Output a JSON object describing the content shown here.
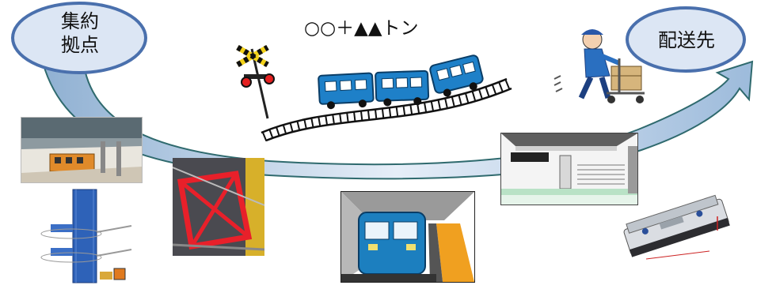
{
  "origin_node": {
    "label_line1": "集約",
    "label_line2": "拠点"
  },
  "destination_node": {
    "label": "配送先"
  },
  "freight_amount_label": "○○＋▲▲トン",
  "colors": {
    "ellipse_fill": "#dce6f4",
    "ellipse_stroke": "#4a70ad",
    "arrow_fill_light": "#e6eef8",
    "arrow_fill_dark": "#8fb0d2",
    "arrow_stroke": "#2f6a6e",
    "train_blue": "#1e80c8"
  },
  "icons": [
    "railway-crossing-icon",
    "freight-train-cars-icon",
    "delivery-worker-cart-icon",
    "station-platform-photo",
    "red-lift-frame-photo",
    "vertical-lift-tower-illustration",
    "subway-train-platform-illustration",
    "station-stairs-platform-illustration",
    "agv-transport-robot-photo"
  ]
}
